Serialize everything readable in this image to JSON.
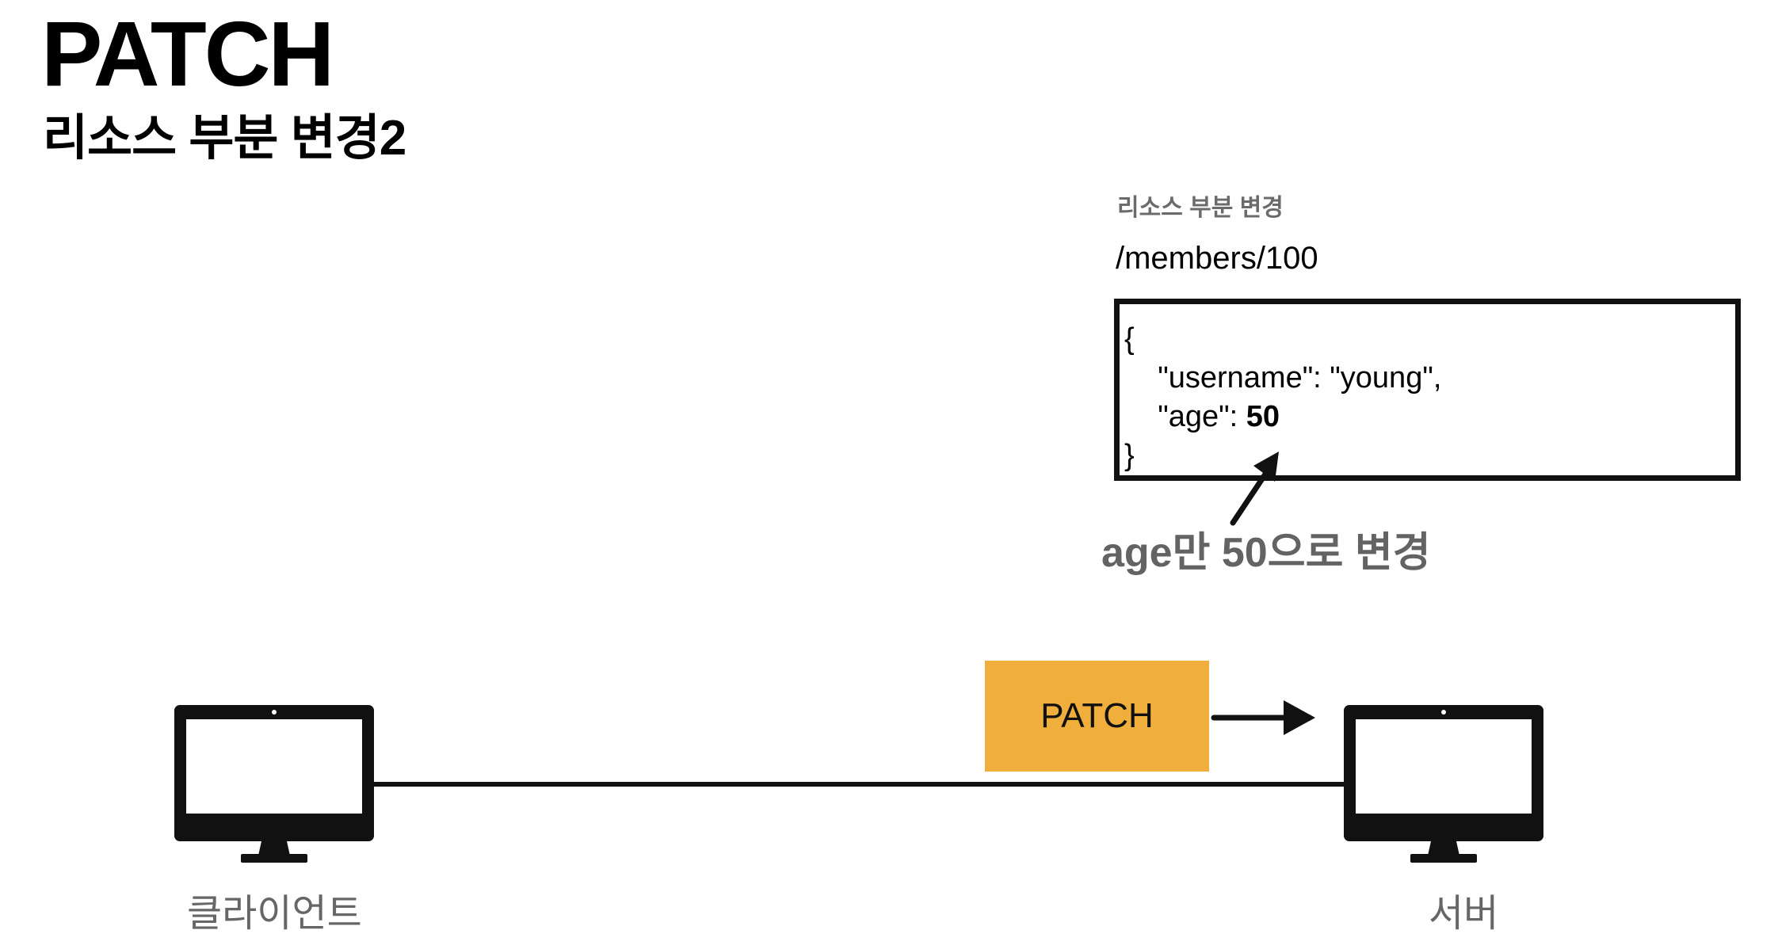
{
  "header": {
    "title": "PATCH",
    "subtitle": "리소스 부분 변경2"
  },
  "resource_box": {
    "caption": "리소스 부분 변경",
    "path": "/members/100",
    "json_lines": {
      "open": "{",
      "username_line": "    \"username\": \"young\",",
      "age_key": "    \"age\": ",
      "age_value": "50",
      "close": "}"
    }
  },
  "annotation": {
    "text": "age만 50으로 변경"
  },
  "request": {
    "method_label": "PATCH",
    "box_color": "#f0ae3d"
  },
  "nodes": {
    "client_label": "클라이언트",
    "server_label": "서버"
  }
}
